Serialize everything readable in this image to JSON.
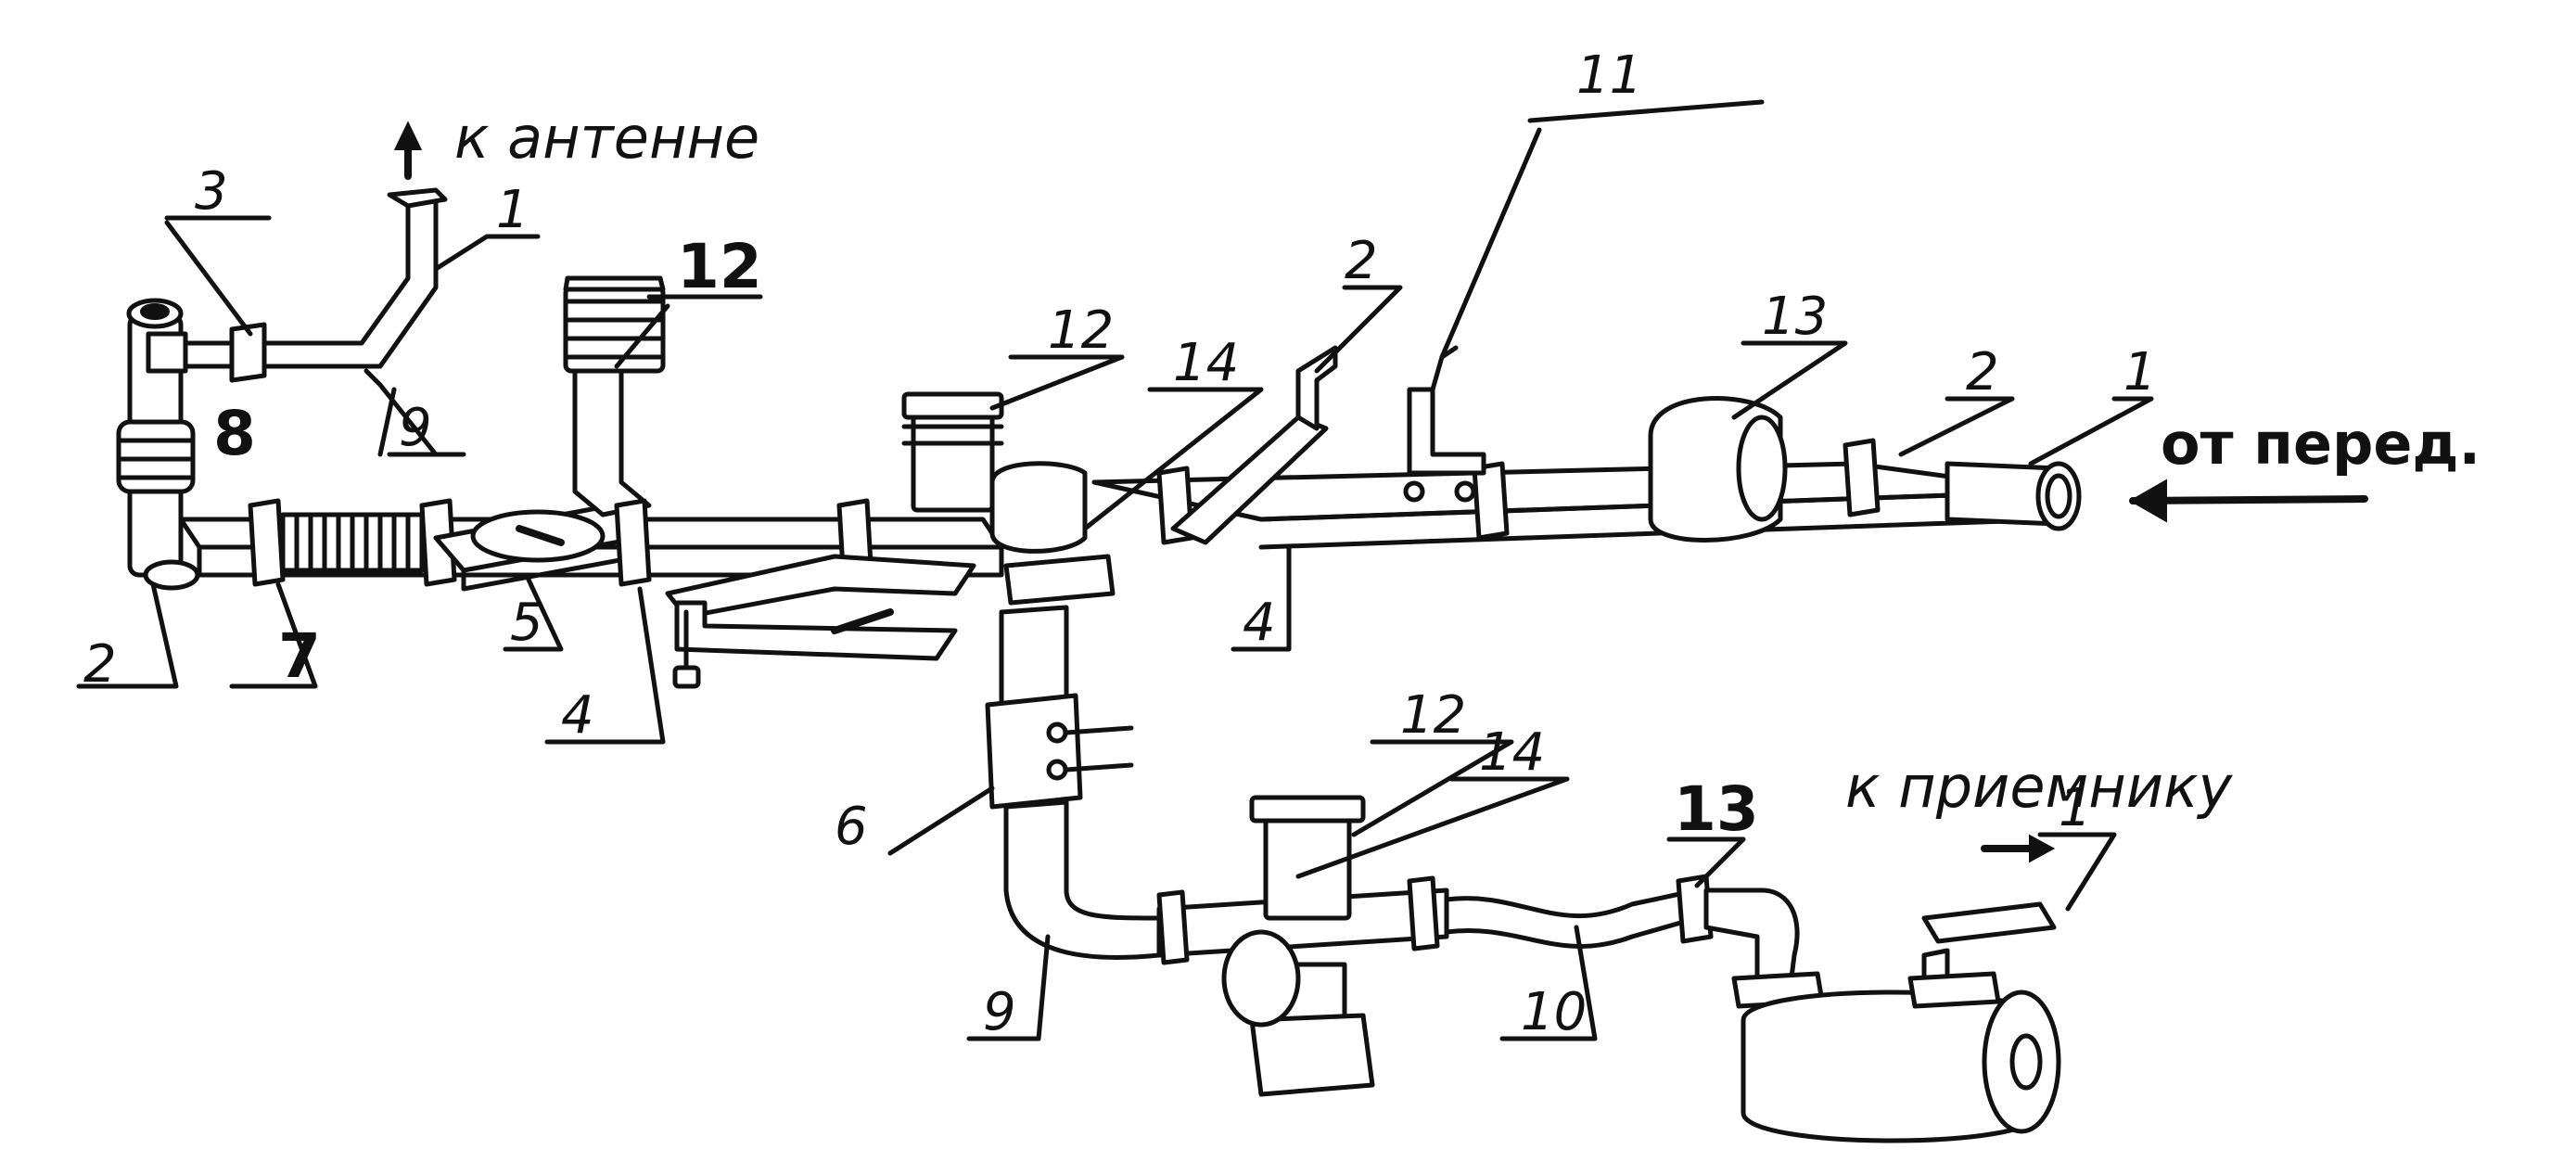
{
  "captions": {
    "to_antenna": "к антенне",
    "from_transmitter": "от перед.",
    "to_receiver": "к приемнику"
  },
  "labels": {
    "l1_top": "1",
    "l1_right": "1",
    "l1_receiver": "1",
    "l2_left": "2",
    "l2_mid": "2",
    "l2_right": "2",
    "l3": "3",
    "l4_lower": "4",
    "l4_mid": "4",
    "l5": "5",
    "l6": "6",
    "l7": "7",
    "l8": "8",
    "l9_top": "9",
    "l9_bottom": "9",
    "l10": "10",
    "l11": "11",
    "l12_left": "12",
    "l12_mid": "12",
    "l12_low": "12",
    "l13_right": "13",
    "l13_low": "13",
    "l14_mid": "14",
    "l14_low": "14"
  }
}
